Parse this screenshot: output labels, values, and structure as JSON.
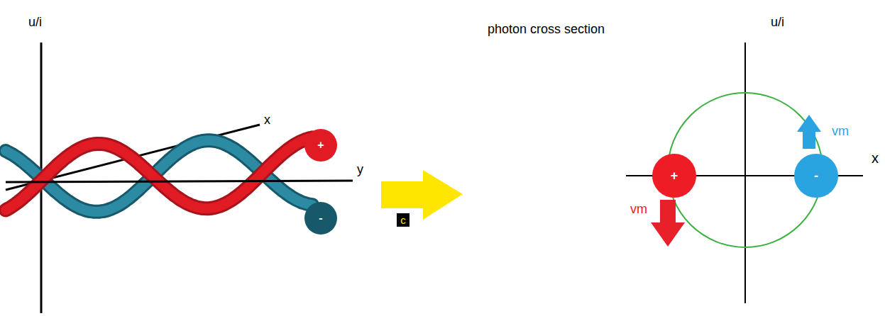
{
  "diagram": {
    "nodes": [
      {
        "text": [
          "+"
        ]
      },
      {
        "text": [
          "-"
        ]
      },
      {
        "text": [
          "c"
        ]
      },
      {
        "text": [
          "+"
        ]
      },
      {
        "text": [
          "-"
        ]
      }
    ],
    "labels": [
      "u/i",
      "x",
      "y",
      "photon cross section",
      "u/i",
      "x",
      "vm",
      "vm"
    ]
  }
}
